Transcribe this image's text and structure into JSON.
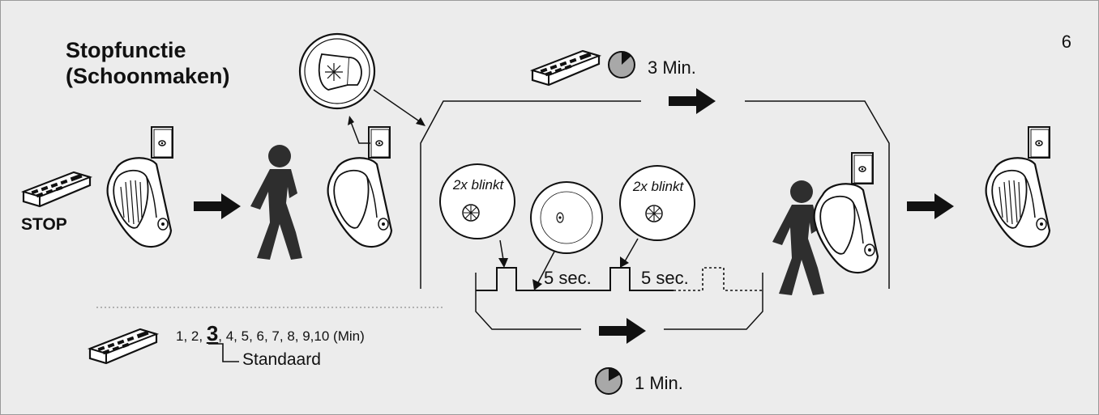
{
  "page_number": "6",
  "title_line1": "Stopfunctie",
  "title_line2": "(Schoonmaken)",
  "stop_label": "STOP",
  "top_duration": "3 Min.",
  "bottom_duration": "1 Min.",
  "blink_left": "2x blinkt",
  "blink_right": "2x blinkt",
  "interval_1": "5 sec.",
  "interval_2": "5 sec.",
  "options": {
    "prefix": "1, 2, ",
    "default_value": "3",
    "suffix": ", 4, 5, 6, 7, 8, 9,10 (Min)",
    "default_label": "Standaard"
  },
  "colors": {
    "background": "#ececec",
    "line": "#111111",
    "person": "#2e2e2e",
    "clock_fill": "#a8a8a8"
  },
  "icons": [
    "remote-control-icon",
    "urinal-icon",
    "wall-sensor-icon",
    "person-icon",
    "clock-icon",
    "arrow-right-icon",
    "sensor-led-icon"
  ]
}
